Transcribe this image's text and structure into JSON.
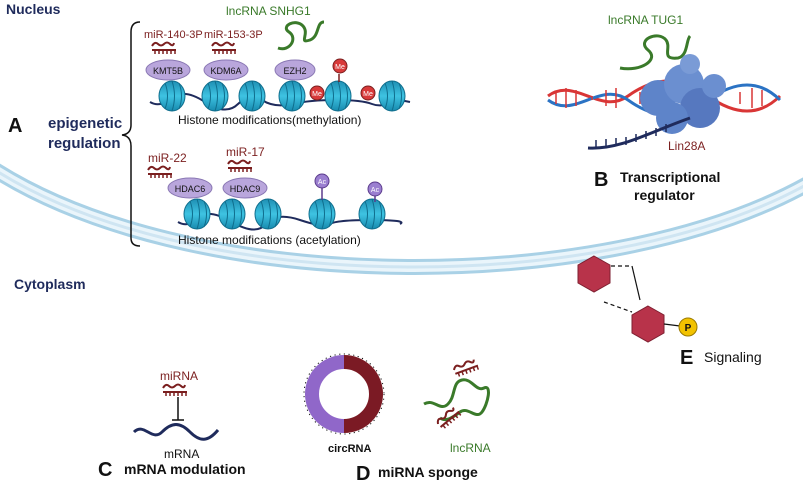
{
  "compartments": {
    "nucleus": "Nucleus",
    "cytoplasm": "Cytoplasm"
  },
  "panel_a": {
    "letter": "A",
    "title_line1": "epigenetic",
    "title_line2": "regulation",
    "methylation": {
      "mirnas": [
        "miR-140-3P",
        "miR-153-3P"
      ],
      "lncrna": "lncRNA SNHG1",
      "enzymes": [
        "KMT5B",
        "KDM6A",
        "EZH2"
      ],
      "mark": "Me",
      "caption": "Histone modifications(methylation)"
    },
    "acetylation": {
      "mirnas": [
        "miR-22",
        "miR-17"
      ],
      "enzymes": [
        "HDAC6",
        "HDAC9"
      ],
      "mark": "Ac",
      "caption": "Histone modifications (acetylation)"
    }
  },
  "panel_b": {
    "letter": "B",
    "lncrna": "lncRNA TUG1",
    "protein": "Lin28A",
    "title_line1": "Transcriptional",
    "title_line2": "regulator"
  },
  "panel_c": {
    "letter": "C",
    "mirna": "miRNA",
    "mrna": "mRNA",
    "title": "mRNA modulation"
  },
  "panel_d": {
    "letter": "D",
    "circrna": "circRNA",
    "lncrna": "lncRNA",
    "title": "miRNA sponge"
  },
  "panel_e": {
    "letter": "E",
    "phospho": "P",
    "title": "Signaling"
  },
  "colors": {
    "navy": "#1f2b5c",
    "mirna_red": "#7b1f1f",
    "lncrna_green": "#3a7a2a",
    "nucleosome": "#3ab7d6",
    "enzyme": "#b9a6dc",
    "membrane": "#cfe5f2",
    "hexagon": "#b8334a",
    "phosphate": "#f2c200",
    "protein": "#5e84c9",
    "circ_purple": "#9067c9",
    "circ_red": "#7b1a24"
  }
}
